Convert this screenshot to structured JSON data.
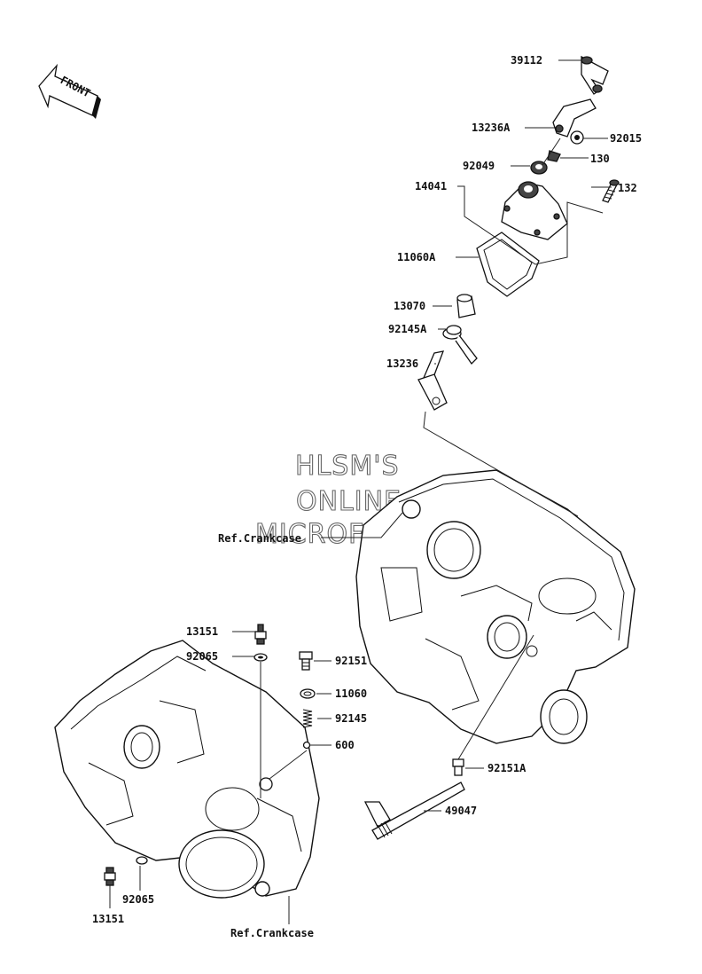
{
  "front_label": "FRONT",
  "watermark": [
    "HLSM'S",
    "ONLINE",
    "MICROFICHE"
  ],
  "part_labels": {
    "p39112": "39112",
    "p13236A": "13236A",
    "p92015": "92015",
    "p130": "130",
    "p92049": "92049",
    "p14041": "14041",
    "p132": "132",
    "p11060A": "11060A",
    "p13070": "13070",
    "p92145A": "92145A",
    "p13236": "13236",
    "ref_crankcase_upper": "Ref.Crankcase",
    "p13151_top": "13151",
    "p92065_top": "92065",
    "p92151": "92151",
    "p11060": "11060",
    "p92145": "92145",
    "p600": "600",
    "p92151A": "92151A",
    "p49047": "49047",
    "p92065_bottom": "92065",
    "p13151_bottom": "13151",
    "ref_crankcase_lower": "Ref.Crankcase"
  }
}
